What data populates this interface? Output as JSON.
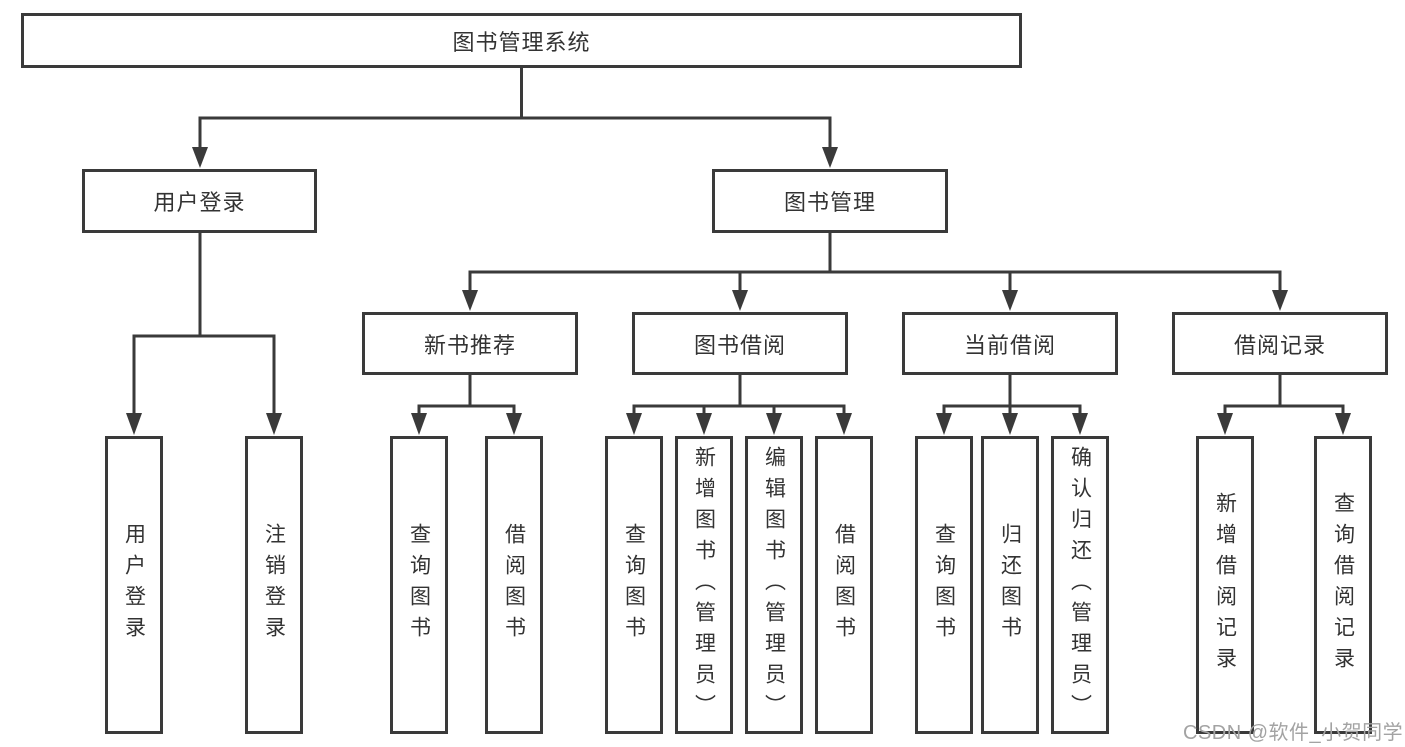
{
  "diagram": {
    "type": "hierarchy-tree",
    "tree": {
      "label": "图书管理系统",
      "children": [
        {
          "label": "用户登录",
          "children": [
            {
              "label": "用户登录"
            },
            {
              "label": "注销登录"
            }
          ]
        },
        {
          "label": "图书管理",
          "children": [
            {
              "label": "新书推荐",
              "children": [
                {
                  "label": "查询图书"
                },
                {
                  "label": "借阅图书"
                }
              ]
            },
            {
              "label": "图书借阅",
              "children": [
                {
                  "label": "查询图书"
                },
                {
                  "label": "新增图书（管理员）"
                },
                {
                  "label": "编辑图书（管理员）"
                },
                {
                  "label": "借阅图书"
                }
              ]
            },
            {
              "label": "当前借阅",
              "children": [
                {
                  "label": "查询图书"
                },
                {
                  "label": "归还图书"
                },
                {
                  "label": "确认归还（管理员）"
                }
              ]
            },
            {
              "label": "借阅记录",
              "children": [
                {
                  "label": "新增借阅记录"
                },
                {
                  "label": "查询借阅记录"
                }
              ]
            }
          ]
        }
      ]
    }
  },
  "watermark": {
    "text": "CSDN @软件_小贺同学"
  },
  "colors": {
    "background": "#ffffff",
    "line": "#3a3a3a",
    "box_border": "#3a3a3a",
    "text": "#333333",
    "watermark": "#a3a3a3"
  }
}
